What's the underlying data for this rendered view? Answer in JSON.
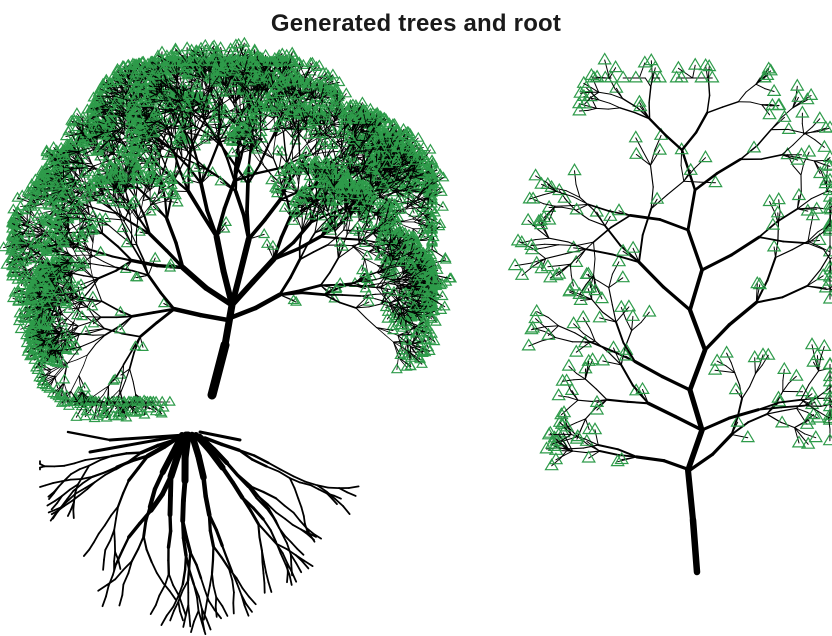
{
  "title": "Generated trees and root",
  "colors": {
    "background": "#ffffff",
    "branch": "#000000",
    "leaf_outline": "#2e9b4a"
  },
  "figures": [
    {
      "kind": "tree",
      "style": "dense bushy crown with many triangle leaves"
    },
    {
      "kind": "tree",
      "style": "tall sparse crown with triangle leaves"
    },
    {
      "kind": "root",
      "style": "spreading root system without leaves"
    }
  ]
}
